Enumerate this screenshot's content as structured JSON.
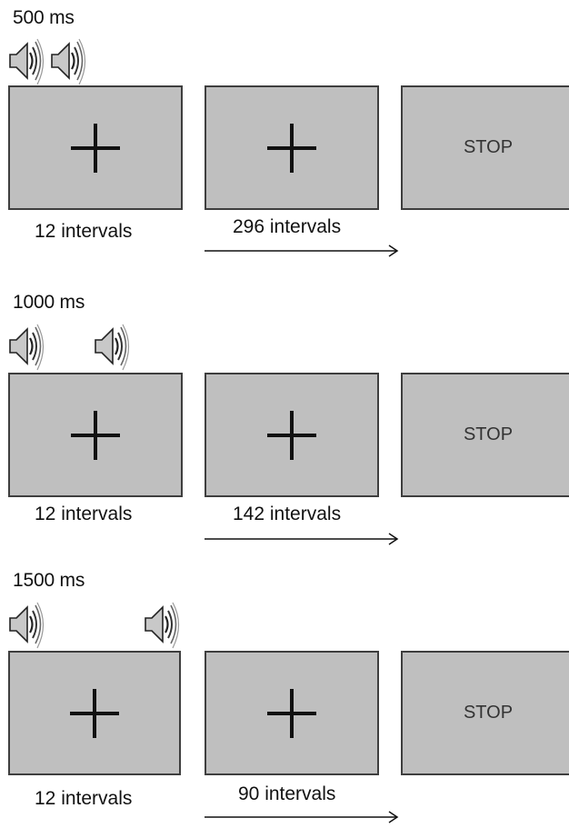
{
  "conditions": [
    {
      "interval_label": "500 ms",
      "initial_count": "12 intervals",
      "followup_count": "296 intervals",
      "stop_label": "STOP"
    },
    {
      "interval_label": "1000 ms",
      "initial_count": "12 intervals",
      "followup_count": "142 intervals",
      "stop_label": "STOP"
    },
    {
      "interval_label": "1500 ms",
      "initial_count": "12 intervals",
      "followup_count": "90 intervals",
      "stop_label": "STOP"
    }
  ],
  "icons": {
    "speaker": "speaker-icon",
    "fixation": "fixation-cross-icon",
    "arrow": "time-arrow-icon"
  },
  "colors": {
    "panel_fill": "#bfbfbf",
    "panel_border": "#3e3e3e",
    "ink": "#111111"
  }
}
